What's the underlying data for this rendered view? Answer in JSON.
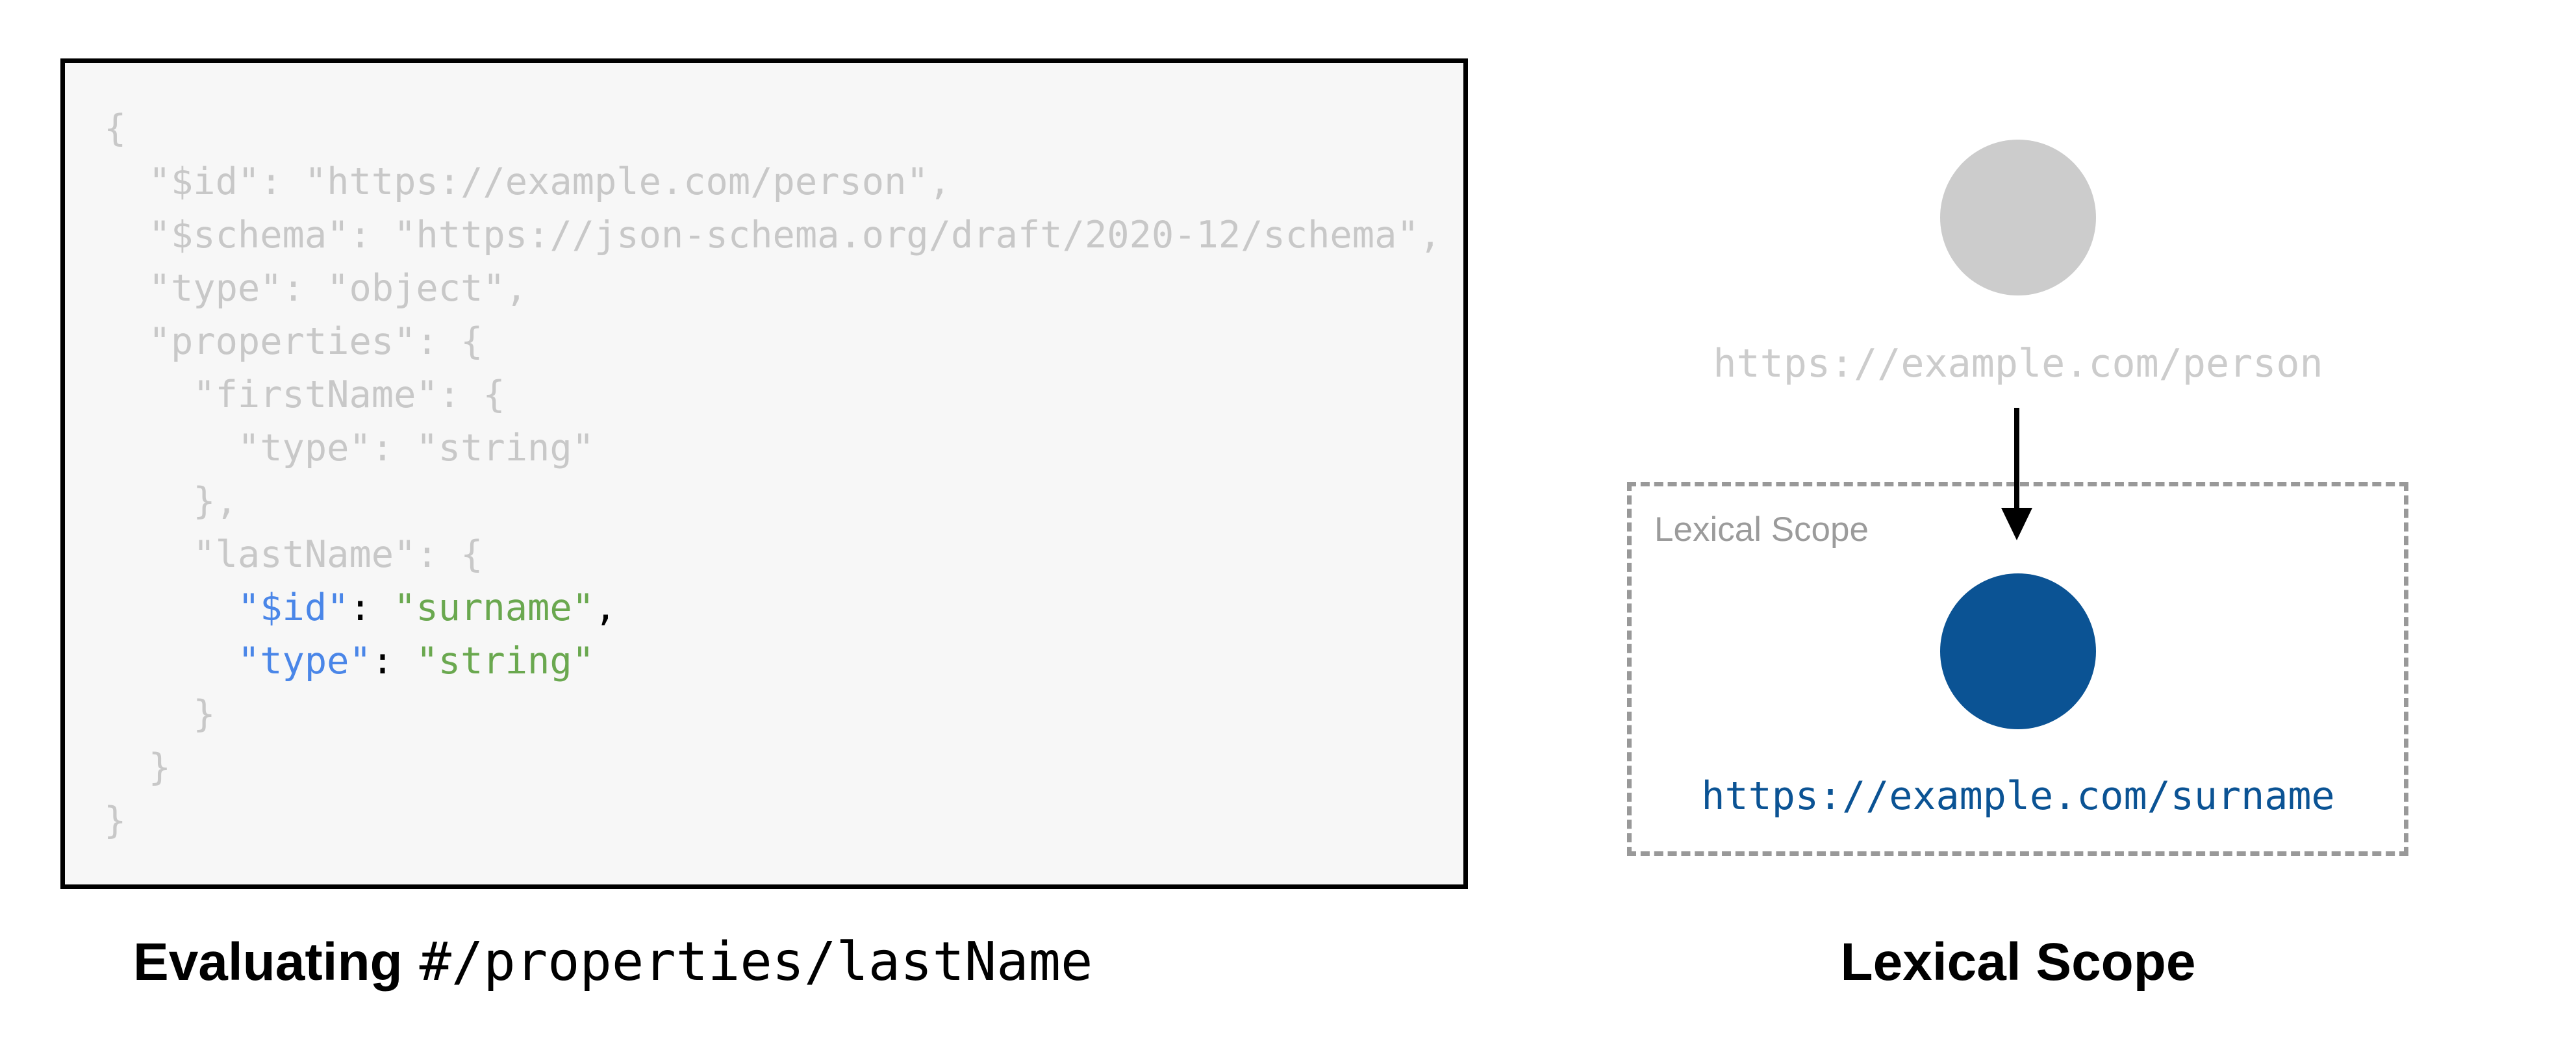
{
  "colors": {
    "code_background": "#f7f7f7",
    "code_border": "#000000",
    "code_muted_gray": "#c8c8c8",
    "key_blue": "#4a86e8",
    "string_green": "#6aa84f",
    "punctuation_black": "#000000",
    "node_gray": "#cccccc",
    "node_blue": "#0b5394",
    "dash_gray": "#999999",
    "caption_black": "#000000",
    "scope_label_gray": "#9b9b9b"
  },
  "code_panel": {
    "lines": [
      {
        "segments": [
          {
            "t": "{",
            "c": "muted"
          }
        ]
      },
      {
        "segments": [
          {
            "t": "  \"$id\": \"https://example.com/person\",",
            "c": "muted"
          }
        ]
      },
      {
        "segments": [
          {
            "t": "  \"$schema\": \"https://json-schema.org/draft/2020-12/schema\",",
            "c": "muted"
          }
        ]
      },
      {
        "segments": [
          {
            "t": "  \"type\": \"object\",",
            "c": "muted"
          }
        ]
      },
      {
        "segments": [
          {
            "t": "  \"properties\": {",
            "c": "muted"
          }
        ]
      },
      {
        "segments": [
          {
            "t": "    \"firstName\": {",
            "c": "muted"
          }
        ]
      },
      {
        "segments": [
          {
            "t": "      \"type\": \"string\"",
            "c": "muted"
          }
        ]
      },
      {
        "segments": [
          {
            "t": "    },",
            "c": "muted"
          }
        ]
      },
      {
        "segments": [
          {
            "t": "    \"lastName\": {",
            "c": "muted"
          }
        ]
      },
      {
        "segments": [
          {
            "t": "      ",
            "c": "muted"
          },
          {
            "t": "\"$id\"",
            "c": "key"
          },
          {
            "t": ": ",
            "c": "plain"
          },
          {
            "t": "\"surname\"",
            "c": "str"
          },
          {
            "t": ",",
            "c": "plain"
          }
        ]
      },
      {
        "segments": [
          {
            "t": "      ",
            "c": "muted"
          },
          {
            "t": "\"type\"",
            "c": "key"
          },
          {
            "t": ": ",
            "c": "plain"
          },
          {
            "t": "\"string\"",
            "c": "str"
          }
        ]
      },
      {
        "segments": [
          {
            "t": "    }",
            "c": "muted"
          }
        ]
      },
      {
        "segments": [
          {
            "t": "  }",
            "c": "muted"
          }
        ]
      },
      {
        "segments": [
          {
            "t": "}",
            "c": "muted"
          }
        ]
      }
    ],
    "caption_bold": "Evaluating",
    "caption_mono": "#/properties/lastName"
  },
  "diagram": {
    "root_node": {
      "label": "https://example.com/person"
    },
    "scope_box": {
      "label": "Lexical Scope"
    },
    "scope_node": {
      "label": "https://example.com/surname"
    },
    "caption": "Lexical Scope"
  }
}
